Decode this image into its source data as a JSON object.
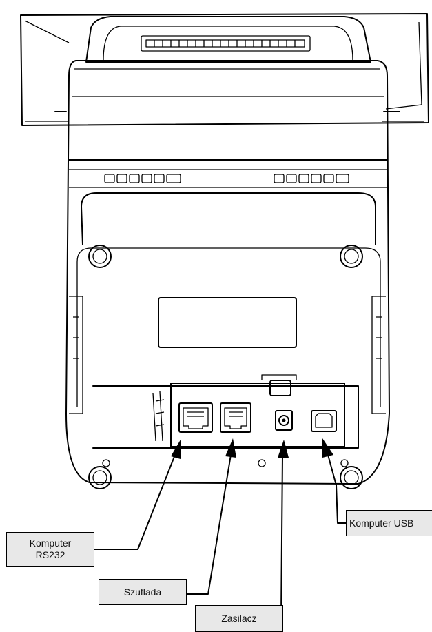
{
  "diagram": {
    "device": "fiscal-printer-rear-view",
    "connectors": [
      {
        "id": "rs232",
        "icon": "rj45-port-icon",
        "label_lines": [
          "Komputer",
          "RS232"
        ]
      },
      {
        "id": "drawer",
        "icon": "rj45-port-icon",
        "label_lines": [
          "Szuflada"
        ]
      },
      {
        "id": "power",
        "icon": "dc-power-jack-icon",
        "label_lines": [
          "Zasilacz"
        ]
      },
      {
        "id": "usb",
        "icon": "usb-b-port-icon",
        "label_lines": [
          "Komputer USB"
        ]
      }
    ]
  },
  "colors": {
    "line": "#000000",
    "background": "#ffffff",
    "callout_fill": "#e8e8e8"
  }
}
